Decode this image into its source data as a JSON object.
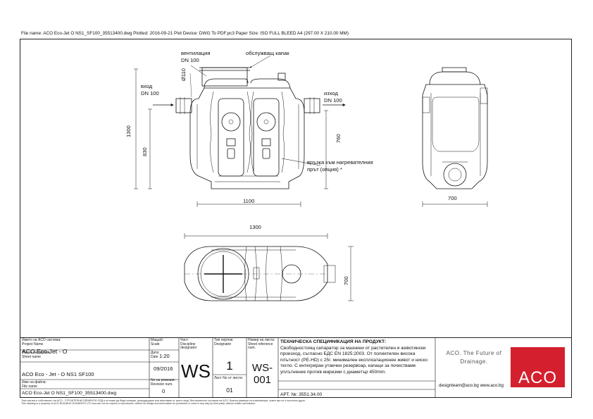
{
  "header": {
    "file_info": "File name: ACO Eco-Jet O NS1_SF100_35513400.dwg   Plotted: 2016-09-21   Plot Device: DWG To PDF.pc3   Paper Size: ISO FULL BLEED A4 (297.00 X 210.00 MM)"
  },
  "drawing": {
    "vent_label": "вентилация",
    "vent_dn": "DN 100",
    "hatch_label": "обслужващ капак",
    "inlet_label": "вход",
    "inlet_dn": "DN 100",
    "outlet_label": "изход",
    "outlet_dn": "DN 100",
    "heater_label_1": "връзка към нагревателния",
    "heater_label_2": "прът (опция) *",
    "dim_110": "Ø110",
    "dim_1300_v": "1300",
    "dim_830": "830",
    "dim_760": "760",
    "dim_1100": "1100",
    "dim_700_side": "700",
    "dim_1300_top": "1300",
    "dim_700_top": "700"
  },
  "titleblock": {
    "project_label_bg": "Името на ACO система:",
    "project_label_en": "Project Name",
    "project_value": "ACO Eco-Jet - O",
    "scale_label_bg": "Мащаб:",
    "scale_label_en": "Scale",
    "scale_value": "1:20",
    "part_label_bg": "Част:",
    "part_label_en": "Discipline designator",
    "part_value": "WS",
    "drawing_type_label_bg": "Тип чертеж:",
    "drawing_type_label_en": "Designator",
    "drawing_type_value": "1",
    "ref_label_bg": "Номер на листа:",
    "ref_label_en": "Sheet reference num.",
    "ref_value": "WS-001",
    "sheet_label_bg": "Името на чертеж:",
    "sheet_label_en": "Sheet name",
    "sheet_value": "ACO Eco - Jet - O  NS1 SF100",
    "date_label_bg": "Дата:",
    "date_label_en": "Date",
    "date_value": "09/2016",
    "sheetnum_label": "Лист No от листи:",
    "sheetnum_value": "01",
    "file_label_bg": "Име на файла:",
    "file_label_en": "File name",
    "file_value": "ACO Eco-Jet O NS1_SF100_35513400.dwg",
    "revision_label_bg": "No на ревизия:",
    "revision_label_en": "Revision num.",
    "revision_value": "0",
    "spec_title": "ТЕХНИЧЕСКА СПЕЦИФИКАЦИЯ НА ПРОДУКТ:",
    "spec_lines": [
      "Свободностоящ сепаратор за мазнини от растителен и животински",
      "произход, съгласно БДС EN 1825:2003. От полиетилен висока",
      "плътност (PE-HD) с 25г. минимален експлоатационен живот и ниско",
      "тегло. С интегриран утаечен резервоар, капаци за почистваме",
      "уплътнение против миризми с диаметър 450mm."
    ],
    "article": "АРТ. №: 3551.34.00",
    "slogan_1": "ACO. The Future of",
    "slogan_2": "Drainage.",
    "contact": "designteam@aco.bg   www.aco.bg",
    "logo": "ACO"
  },
  "footer": {
    "line1": "Този чертеж е собственост на ACO - СТРОИТЕЛНИ ЕЛЕМЕНТИ ООД и не може да бъде копиран, репродуциран или използван от трети лица, без писменото съгласие на ACO. Всички размери са в милиметри, освен ако не е посочено друго.",
    "line2": "This drawing is a property of ACO BUILDING ELEMENTS LTD and can not be copied or reproduced, neither its design and information be presented or used in any way by third party, without written permission."
  },
  "colors": {
    "line": "#111111",
    "aco_red": "#d41f2e",
    "slogan": "#555555"
  }
}
